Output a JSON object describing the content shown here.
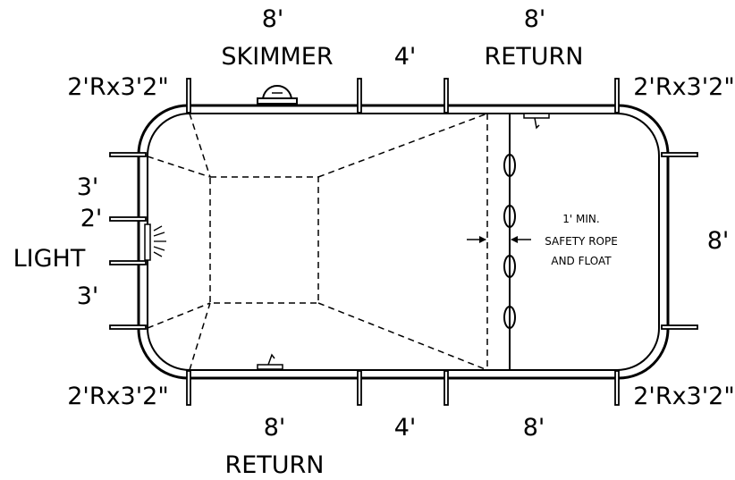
{
  "labels": {
    "top_left_dim": "8'",
    "skimmer": "SKIMMER",
    "top_mid_dim": "4'",
    "top_right_dim": "8'",
    "return_top": "RETURN",
    "corner_tl": "2'Rx3'2\"",
    "corner_tr": "2'Rx3'2\"",
    "corner_bl": "2'Rx3'2\"",
    "corner_br": "2'Rx3'2\"",
    "left_top_dim": "3'",
    "left_mid_dim": "2'",
    "light": "LIGHT",
    "left_bottom_dim": "3'",
    "right_dim": "8'",
    "bottom_left_dim": "8'",
    "bottom_mid_dim": "4'",
    "bottom_right_dim": "8'",
    "return_bottom": "RETURN"
  },
  "safety_note": {
    "line1": "1' MIN.",
    "line2": "SAFETY ROPE",
    "line3": "AND FLOAT"
  }
}
